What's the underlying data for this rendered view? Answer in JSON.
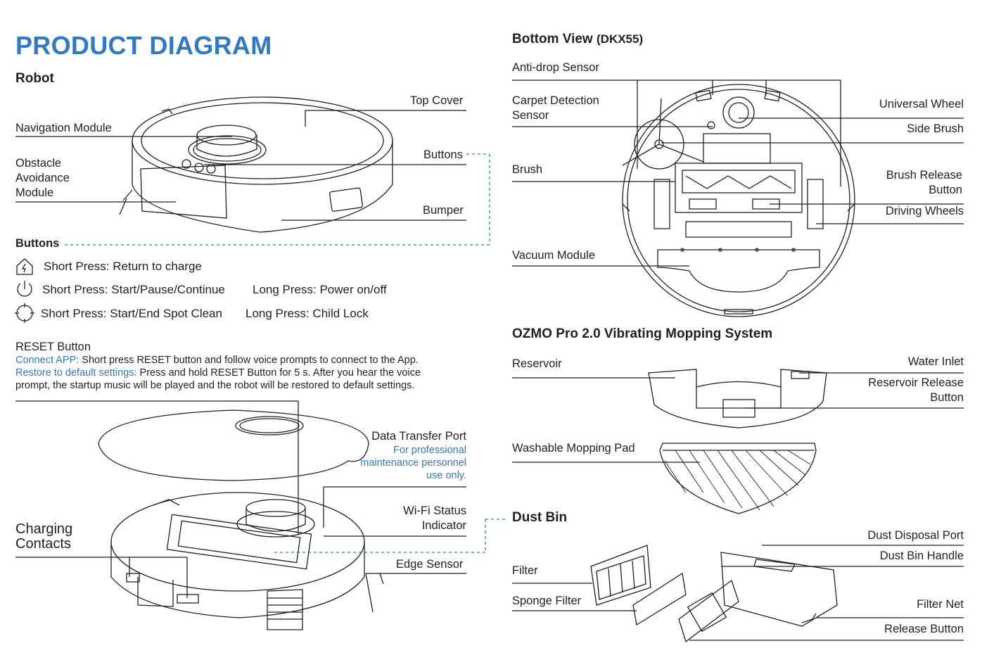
{
  "title": "PRODUCT DIAGRAM",
  "robot": {
    "heading": "Robot",
    "top_cover": "Top Cover",
    "navigation_module": "Navigation Module",
    "obstacle_l1": "Obstacle",
    "obstacle_l2": "Avoidance",
    "obstacle_l3": "Module",
    "buttons": "Buttons",
    "bumper": "Bumper"
  },
  "buttons_section": {
    "heading": "Buttons",
    "rows": [
      {
        "icon": "home-icon",
        "short": "Short Press: Return to charge",
        "long": ""
      },
      {
        "icon": "power-icon",
        "short": "Short Press: Start/Pause/Continue",
        "long": "Long Press: Power on/off"
      },
      {
        "icon": "spot-clean-icon",
        "short": "Short Press: Start/End Spot Clean",
        "long": "Long Press: Child Lock"
      }
    ]
  },
  "reset": {
    "heading": "RESET Button",
    "connect_label": "Connect APP:",
    "connect_text": " Short press RESET button and follow voice prompts to connect to the App.",
    "restore_label": "Restore to default settings:",
    "restore_text": " Press and hold RESET Button for 5 s. After you hear the voice prompt, the startup music will be played and the robot will be restored to default settings."
  },
  "top_view": {
    "data_transfer_port": "Data Transfer Port",
    "note_l1": "For professional",
    "note_l2": "maintenance personnel",
    "note_l3": "use only.",
    "wifi_l1": "Wi-Fi Status",
    "wifi_l2": "Indicator",
    "charging_l1": "Charging",
    "charging_l2": "Contacts",
    "edge_sensor": "Edge Sensor"
  },
  "bottom_view": {
    "heading": "Bottom View",
    "model": "(DKX55)",
    "anti_drop": "Anti-drop Sensor",
    "carpet_l1": "Carpet Detection",
    "carpet_l2": "Sensor",
    "brush": "Brush",
    "vacuum_module": "Vacuum Module",
    "universal_wheel": "Universal Wheel",
    "side_brush": "Side Brush",
    "brush_release_l1": "Brush Release",
    "brush_release_l2": "Button",
    "driving_wheels": "Driving Wheels"
  },
  "ozmo": {
    "heading": "OZMO Pro 2.0 Vibrating Mopping System",
    "reservoir": "Reservoir",
    "water_inlet": "Water Inlet",
    "reservoir_release_l1": "Reservoir Release",
    "reservoir_release_l2": "Button",
    "mopping_pad": "Washable Mopping Pad"
  },
  "dust_bin": {
    "heading": "Dust Bin",
    "dust_disposal_port": "Dust Disposal Port",
    "dust_bin_handle": "Dust Bin Handle",
    "filter": "Filter",
    "sponge_filter": "Sponge Filter",
    "filter_net": "Filter Net",
    "release_button": "Release Button"
  },
  "colors": {
    "accent": "#2f7ac8",
    "text": "#231f20",
    "line": "#231f20"
  }
}
